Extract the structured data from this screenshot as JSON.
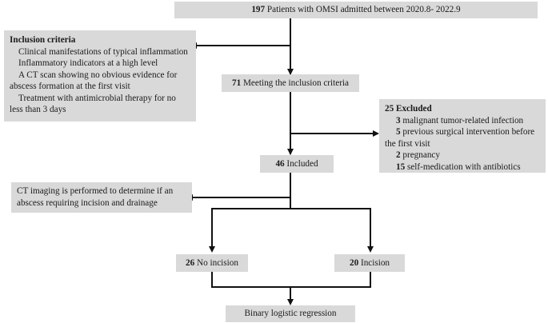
{
  "diagram": {
    "type": "study-flow-chart",
    "background_color": "#ffffff",
    "box_fill_color": "#d9d9d9",
    "line_color": "#111111",
    "nodes": {
      "enrolled": {
        "count": "197",
        "label": "Patients with OMSI admitted between 2020.8- 2022.9",
        "full_text": "197 Patients with OMSI admitted between 2020.8- 2022.9"
      },
      "inclusion_criteria": {
        "title": "Inclusion criteria",
        "items": [
          "Clinical manifestations of typical inflammation",
          "Inflammatory indicators at a high level",
          "A CT scan showing no obvious evidence for abscess formation at the first visit",
          "Treatment with antimicrobial therapy for no less than 3 days"
        ]
      },
      "meeting_criteria": {
        "count": "71",
        "label": "Meeting the inclusion criteria",
        "full_text": "71 Meeting the inclusion criteria"
      },
      "excluded": {
        "count": "25",
        "title": "Excluded",
        "items": [
          {
            "count": "3",
            "reason": "malignant tumor-related infection"
          },
          {
            "count": "5",
            "reason": "previous surgical intervention before the first visit"
          },
          {
            "count": "2",
            "reason": "pregnancy"
          },
          {
            "count": "15",
            "reason": "self-medication with antibiotics"
          }
        ]
      },
      "included": {
        "count": "46",
        "label": "Included",
        "full_text": "46 Included"
      },
      "ct_imaging": {
        "label": "CT imaging is performed to determine if an abscess requiring incision and drainage"
      },
      "no_incision": {
        "count": "26",
        "label": "No incision",
        "full_text": "26 No incision"
      },
      "incision": {
        "count": "20",
        "label": "Incision",
        "full_text": "20 Incision"
      },
      "analysis": {
        "label": "Binary logistic regression"
      }
    }
  }
}
